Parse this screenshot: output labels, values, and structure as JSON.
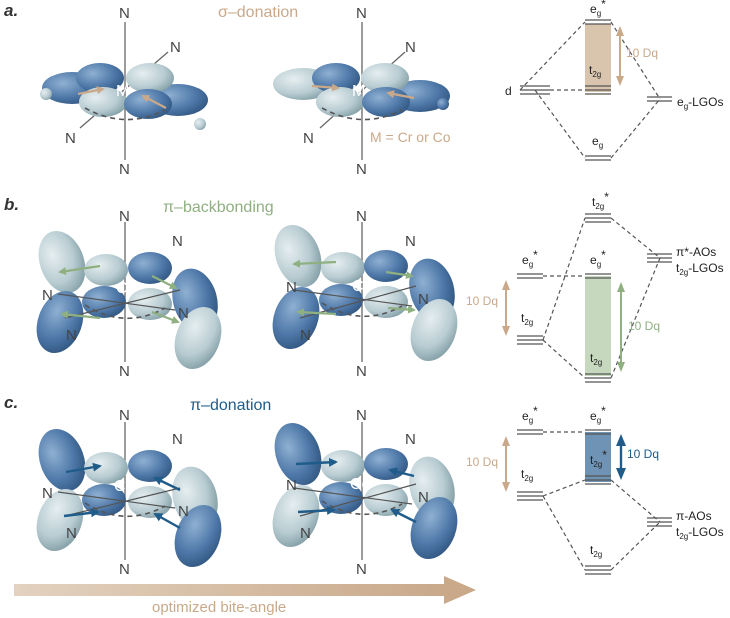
{
  "colors": {
    "sigma": "#c9a98a",
    "backbond": "#8fb080",
    "pidon": "#1f5c8a",
    "orbital_dark": "#4e78a8",
    "orbital_light": "#b8ccd2",
    "dash": "#555555",
    "bite_arrow": "#d8bfa4"
  },
  "panels": [
    {
      "label": "a.",
      "title": "σ–donation",
      "metal": "M",
      "note": "M = Cr or Co",
      "levels": {
        "d": "d",
        "top_base": "e",
        "top_sub": "g",
        "top_sup": "*",
        "mid_base": "t",
        "mid_sub": "2g",
        "gap": "10 Dq",
        "right_base": "e",
        "right_sub": "g",
        "right_rest": "-LGOs",
        "bottom_base": "e",
        "bottom_sub": "g"
      }
    },
    {
      "label": "b.",
      "title": "π–backbonding",
      "metal": "Cr",
      "levels": {
        "top_base": "t",
        "top_sub": "2g",
        "top_sup": "*",
        "right1": "π*-AOs",
        "right2_base": "t",
        "right2_sub": "2g",
        "right2_rest": "-LGOs",
        "left_eg_base": "e",
        "left_eg_sub": "g",
        "left_eg_sup": "*",
        "mid_eg_base": "e",
        "mid_eg_sub": "g",
        "mid_eg_sup": "*",
        "gap_left": "10 Dq",
        "gap_right": "10 Dq",
        "left_t_base": "t",
        "left_t_sub": "2g",
        "mid_t_base": "t",
        "mid_t_sub": "2g"
      }
    },
    {
      "label": "c.",
      "title": "π–donation",
      "metal": "Co",
      "levels": {
        "left_eg_base": "e",
        "left_eg_sub": "g",
        "left_eg_sup": "*",
        "mid_eg_base": "e",
        "mid_eg_sub": "g",
        "mid_eg_sup": "*",
        "gap_left": "10 Dq",
        "gap_right": "10 Dq",
        "left_t_base": "t",
        "left_t_sub": "2g",
        "t2gstar_base": "t",
        "t2gstar_sub": "2g",
        "t2gstar_sup": "*",
        "right1": "π-AOs",
        "right2_base": "t",
        "right2_sub": "2g",
        "right2_rest": "-LGOs",
        "bottom_base": "t",
        "bottom_sub": "2g"
      }
    }
  ],
  "atom_label": "N",
  "bottom_arrow": "optimized bite-angle"
}
